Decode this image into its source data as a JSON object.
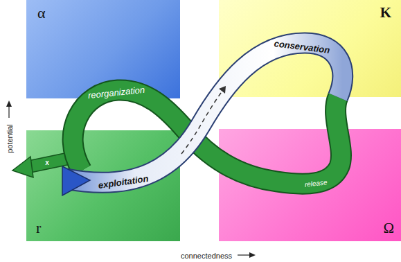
{
  "diagram": {
    "nodes": [
      {
        "text": [
          "α"
        ]
      },
      {
        "text": [
          "K"
        ]
      },
      {
        "text": [
          "r"
        ]
      },
      {
        "text": [
          "Ω"
        ]
      }
    ],
    "labels": [
      "reorganization",
      "conservation",
      "exploitation",
      "release",
      "x",
      "potential",
      "connectedness"
    ]
  }
}
